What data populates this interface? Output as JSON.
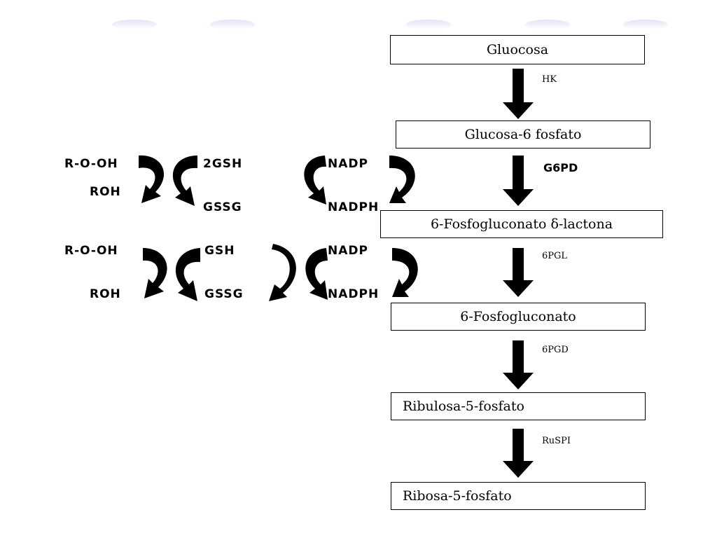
{
  "pathway": {
    "steps": [
      {
        "label": "Gluocosa"
      },
      {
        "label": "Glucosa-6 fosfato"
      },
      {
        "label": "6-Fosfogluconato δ-lactona"
      },
      {
        "label": "6-Fosfogluconato"
      },
      {
        "label": "Ribulosa-5-fosfato"
      },
      {
        "label": "Ribosa-5-fosfato"
      }
    ],
    "enzymes": [
      "HK",
      "G6PD",
      "6PGL",
      "6PGD",
      "RuSPI"
    ]
  },
  "cycles": {
    "upper": {
      "substrate": "R-O-OH",
      "product": "ROH",
      "reduced_glutathione": "2GSH",
      "oxidized_glutathione": "GSSG",
      "oxidized_cofactor": "NADP",
      "reduced_cofactor": "NADPH"
    },
    "lower": {
      "substrate": "R-O-OH",
      "product": "ROH",
      "reduced_glutathione": "GSH",
      "oxidized_glutathione": "GSSG",
      "oxidized_cofactor": "NADP",
      "reduced_cofactor": "NADPH"
    }
  },
  "colors": {
    "arrow": "#000000",
    "box_border": "#000000"
  }
}
